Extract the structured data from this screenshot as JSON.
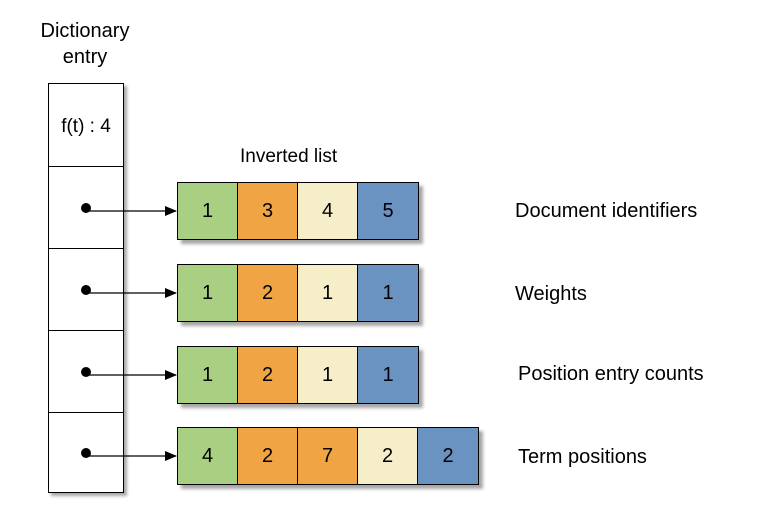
{
  "dictionary": {
    "title_line1": "Dictionary",
    "title_line2": "entry",
    "frequency_label": "f(t) : 4"
  },
  "inverted_list": {
    "title": "Inverted list",
    "rows": [
      {
        "label": "Document identifiers",
        "cells": [
          {
            "value": "1",
            "color": "#a9cf82"
          },
          {
            "value": "3",
            "color": "#f0a444"
          },
          {
            "value": "4",
            "color": "#f6edc9"
          },
          {
            "value": "5",
            "color": "#6a93c2"
          }
        ]
      },
      {
        "label": "Weights",
        "cells": [
          {
            "value": "1",
            "color": "#a9cf82"
          },
          {
            "value": "2",
            "color": "#f0a444"
          },
          {
            "value": "1",
            "color": "#f6edc9"
          },
          {
            "value": "1",
            "color": "#6a93c2"
          }
        ]
      },
      {
        "label": "Position entry counts",
        "cells": [
          {
            "value": "1",
            "color": "#a9cf82"
          },
          {
            "value": "2",
            "color": "#f0a444"
          },
          {
            "value": "1",
            "color": "#f6edc9"
          },
          {
            "value": "1",
            "color": "#6a93c2"
          }
        ]
      },
      {
        "label": "Term positions",
        "cells": [
          {
            "value": "4",
            "color": "#a9cf82"
          },
          {
            "value": "2",
            "color": "#f0a444"
          },
          {
            "value": "7",
            "color": "#f0a444"
          },
          {
            "value": "2",
            "color": "#f6edc9"
          },
          {
            "value": "2",
            "color": "#6a93c2"
          }
        ]
      }
    ]
  }
}
